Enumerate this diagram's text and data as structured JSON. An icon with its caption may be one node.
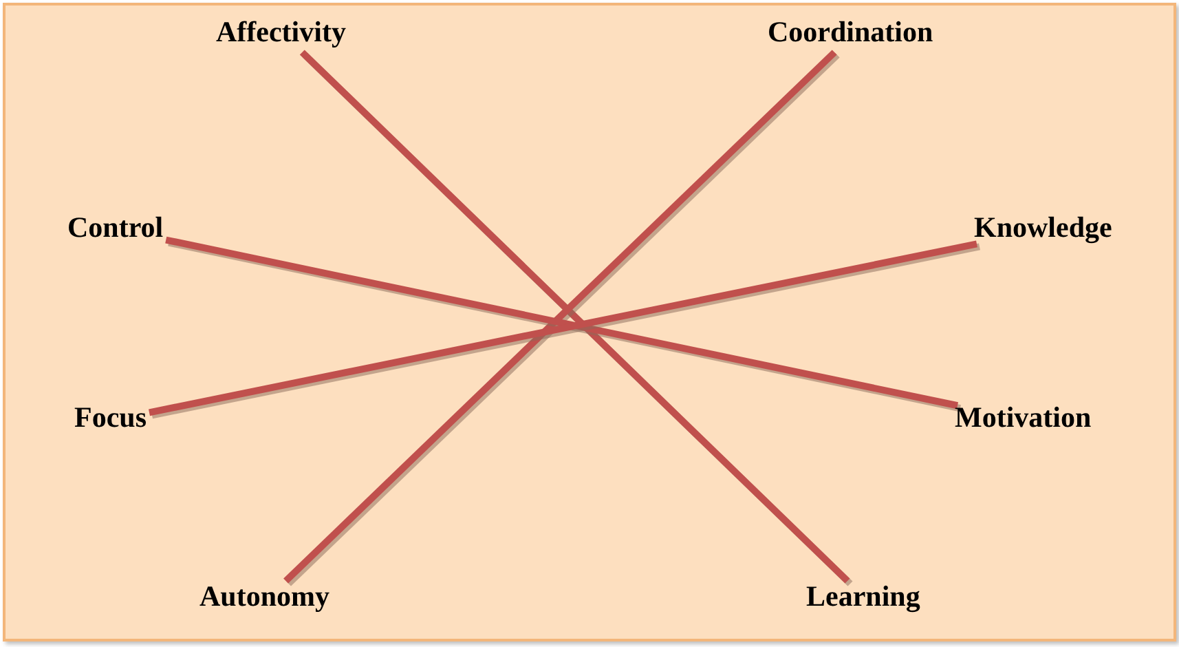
{
  "diagram": {
    "nodes": [
      {
        "text": [
          "Affectivity"
        ]
      },
      {
        "text": [
          "Coordination"
        ]
      },
      {
        "text": [
          "Control"
        ]
      },
      {
        "text": [
          "Knowledge"
        ]
      },
      {
        "text": [
          "Focus"
        ]
      },
      {
        "text": [
          "Motivation"
        ]
      },
      {
        "text": [
          "Autonomy"
        ]
      },
      {
        "text": [
          "Learning"
        ]
      }
    ],
    "edges": [
      {
        "from": 0,
        "to": 7,
        "arrow": "none"
      },
      {
        "from": 1,
        "to": 6,
        "arrow": "none"
      },
      {
        "from": 2,
        "to": 5,
        "arrow": "none"
      },
      {
        "from": 4,
        "to": 3,
        "arrow": "none"
      }
    ]
  }
}
